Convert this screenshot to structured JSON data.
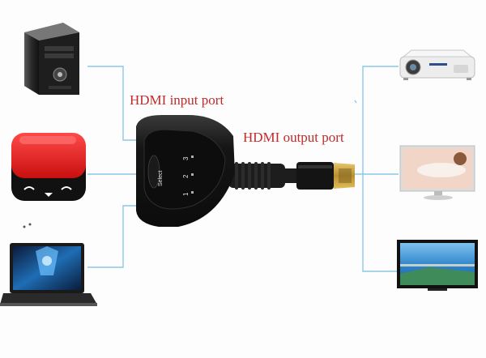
{
  "labels": {
    "input": "HDMI input port",
    "output": "HDMI output port"
  },
  "switch": {
    "button_label": "Select",
    "port_numbers": [
      "3",
      "2",
      "1"
    ]
  },
  "inputs": [
    {
      "device": "desktop-tower-pc"
    },
    {
      "device": "tv-box"
    },
    {
      "device": "laptop"
    }
  ],
  "outputs": [
    {
      "device": "projector"
    },
    {
      "device": "monitor"
    },
    {
      "device": "television"
    }
  ],
  "colors": {
    "label_red": "#c22a2a",
    "line_blue": "#8cc7e6",
    "switch_black": "#1b1b1b",
    "hdmi_gold": "#c9a24a"
  }
}
